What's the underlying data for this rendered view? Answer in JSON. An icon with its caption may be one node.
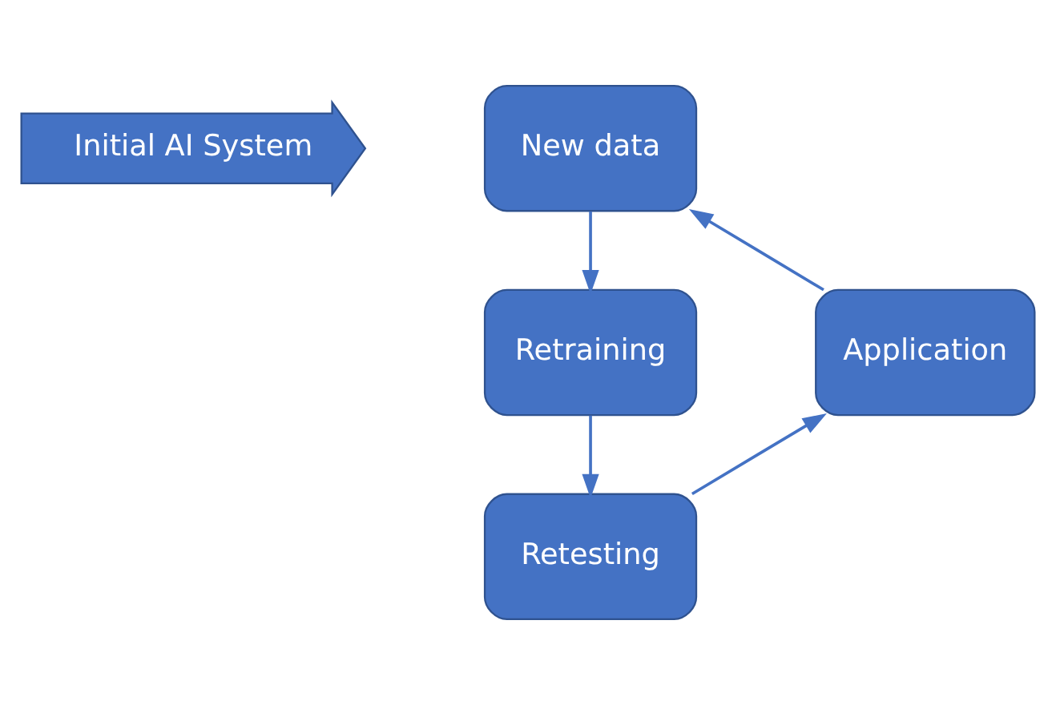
{
  "diagram": {
    "nodes": [
      {
        "text": [
          "Initial AI System"
        ]
      },
      {
        "text": [
          "New data"
        ]
      },
      {
        "text": [
          "Retraining"
        ]
      },
      {
        "text": [
          "Retesting"
        ]
      },
      {
        "text": [
          "Application"
        ]
      }
    ],
    "edges": [
      {
        "from": 1,
        "to": 2,
        "arrow": "to"
      },
      {
        "from": 2,
        "to": 3,
        "arrow": "to"
      },
      {
        "from": 3,
        "to": 4,
        "arrow": "to"
      },
      {
        "from": 4,
        "to": 1,
        "arrow": "to"
      }
    ]
  }
}
